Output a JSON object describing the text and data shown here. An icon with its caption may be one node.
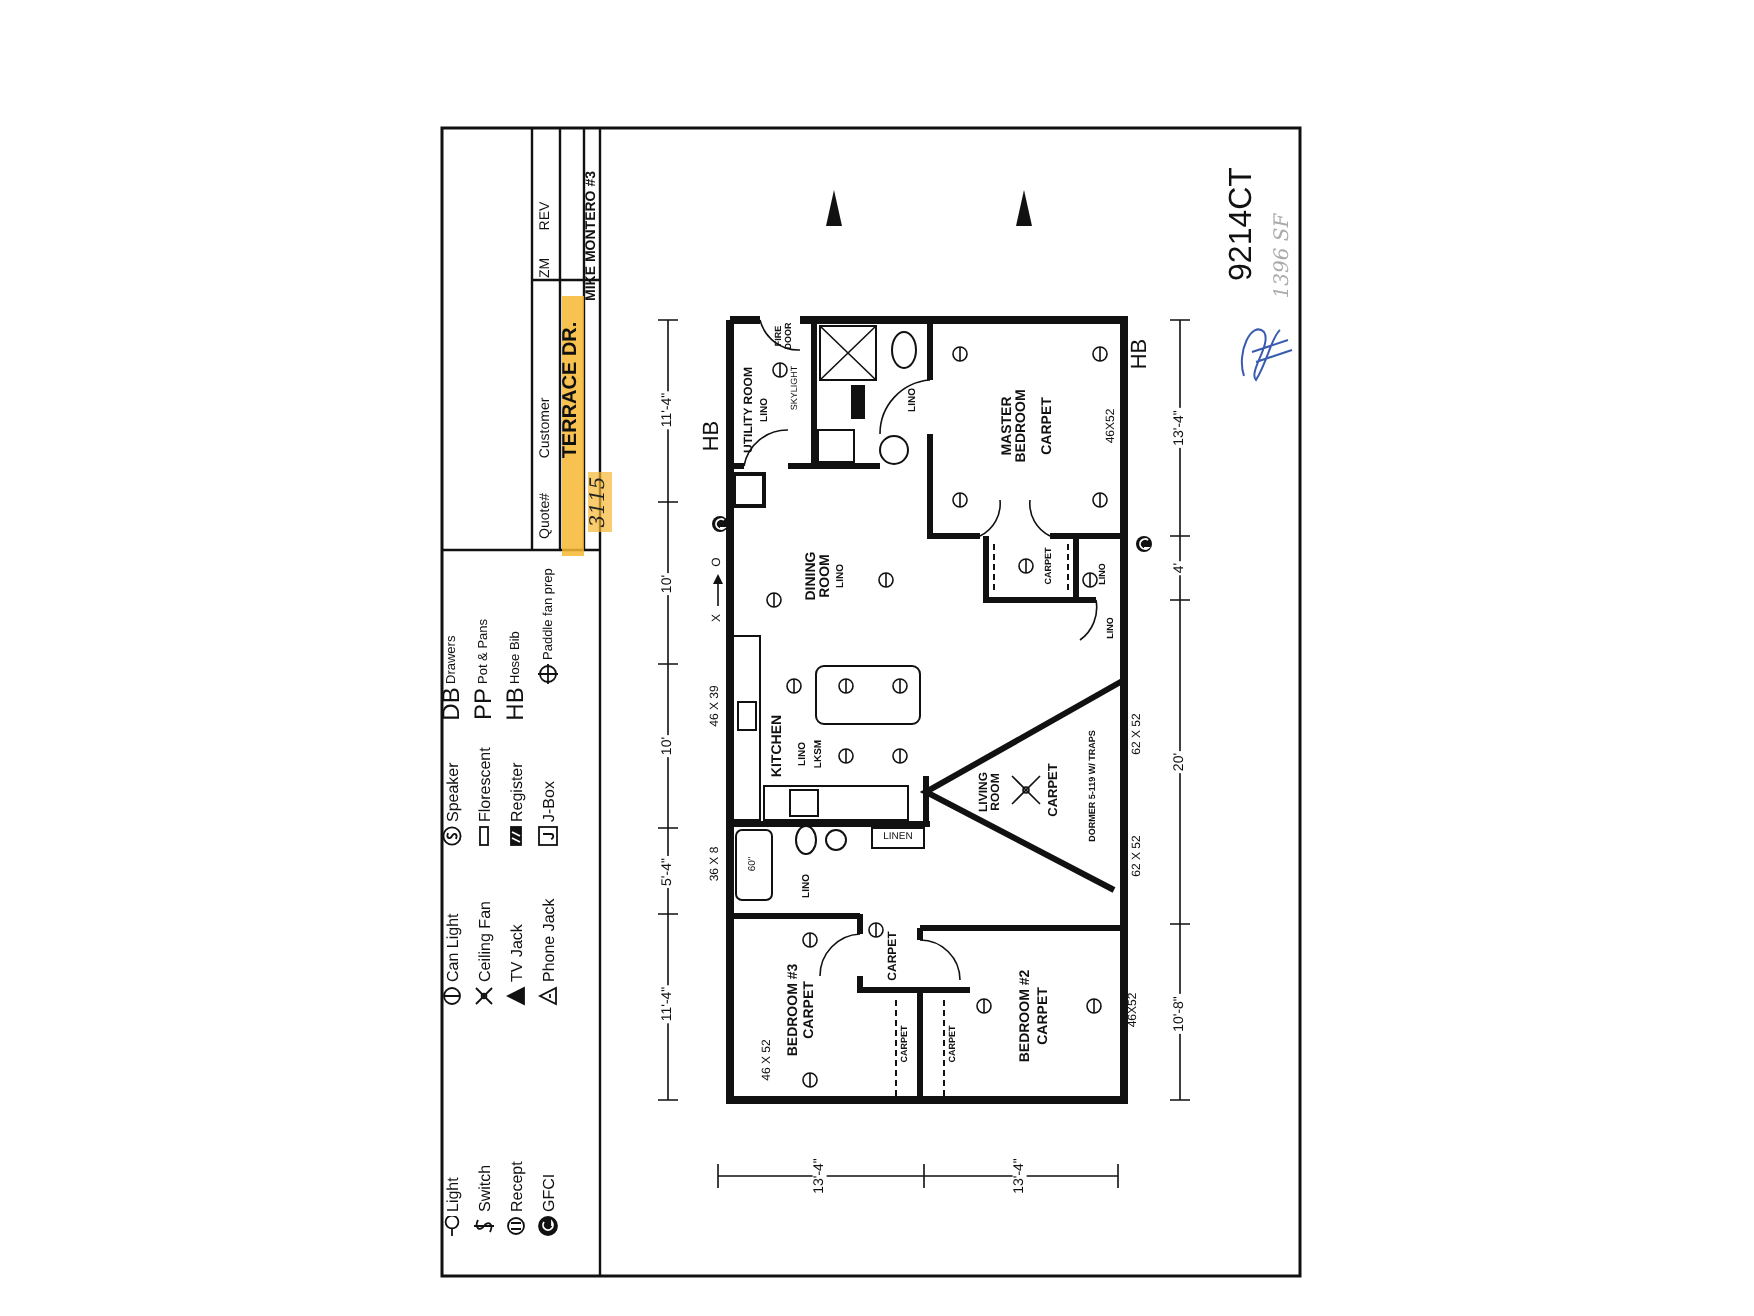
{
  "diagram": {
    "labels": [
      "DB",
      "PP",
      "HB",
      "Quote#",
      "Customer",
      "ZM",
      "REV",
      "TERRACE DR.",
      "3115",
      "MIKE MONTERO #3",
      "9214CT",
      "1396 SF",
      "11'-4\"",
      "10'",
      "10'",
      "5'-4\"",
      "11'-4\"",
      "13'-4\"",
      "4'",
      "20'",
      "10'-8\"",
      "13'-4\"",
      "13'-4\"",
      "HB",
      "HB",
      "FIRE DOOR",
      "UTILITY ROOM",
      "LINO",
      "SKYLIGHT",
      "LINO",
      "MASTER BEDROOM",
      "CARPET",
      "46X52",
      "X",
      "O",
      "DINING ROOM",
      "LINO",
      "CARPET",
      "LINO",
      "LINO",
      "46 X 39",
      "KITCHEN",
      "LINO",
      "LKSM",
      "LIVING ROOM",
      "CARPET",
      "DORMER 5-119 W/ TRAPS",
      "62 X 52",
      "62 X 52",
      "LINEN",
      "36 X 8",
      "60\"",
      "LINO",
      "CARPET",
      "BEDROOM #3",
      "CARPET",
      "46 X 52",
      "CARPET",
      "CARPET",
      "BEDROOM #2",
      "CARPET",
      "46X52"
    ],
    "legend": [
      {
        "text": "Light"
      },
      {
        "text": "Switch"
      },
      {
        "text": "Recept"
      },
      {
        "text": "GFCI"
      },
      {
        "text": "Can Light"
      },
      {
        "text": "Ceiling Fan"
      },
      {
        "text": "TV Jack"
      },
      {
        "text": "Phone Jack"
      },
      {
        "text": "Speaker"
      },
      {
        "text": "Florescent"
      },
      {
        "text": "Register"
      },
      {
        "text": "J-Box"
      },
      {
        "text": "Drawers"
      },
      {
        "text": "Pot & Pans"
      },
      {
        "text": "Hose Bib"
      },
      {
        "text": "Paddle fan prep"
      }
    ]
  }
}
